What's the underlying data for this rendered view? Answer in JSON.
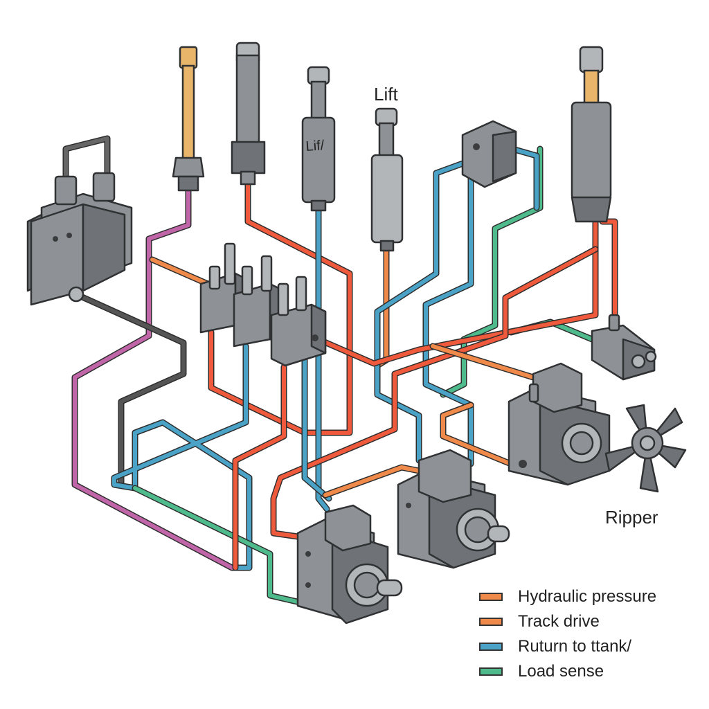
{
  "labels": {
    "lift_top": "Lift",
    "lift_cylinder": "Lif/",
    "ripper": "Ripper"
  },
  "legend": [
    {
      "label": "Hydraulic pressure",
      "color": "#f08a4b"
    },
    {
      "label": "Track drive",
      "color": "#f08a4b"
    },
    {
      "label": "Ruturn to ttank/",
      "color": "#4aa3c7"
    },
    {
      "label": "Load sense",
      "color": "#4fba8c"
    }
  ],
  "colors": {
    "pressure": "#ef5a3c",
    "orange": "#f08a4b",
    "return": "#4aa3c7",
    "load_sense": "#4fba8c",
    "magenta": "#c066a8",
    "metal": "#8e9296"
  }
}
